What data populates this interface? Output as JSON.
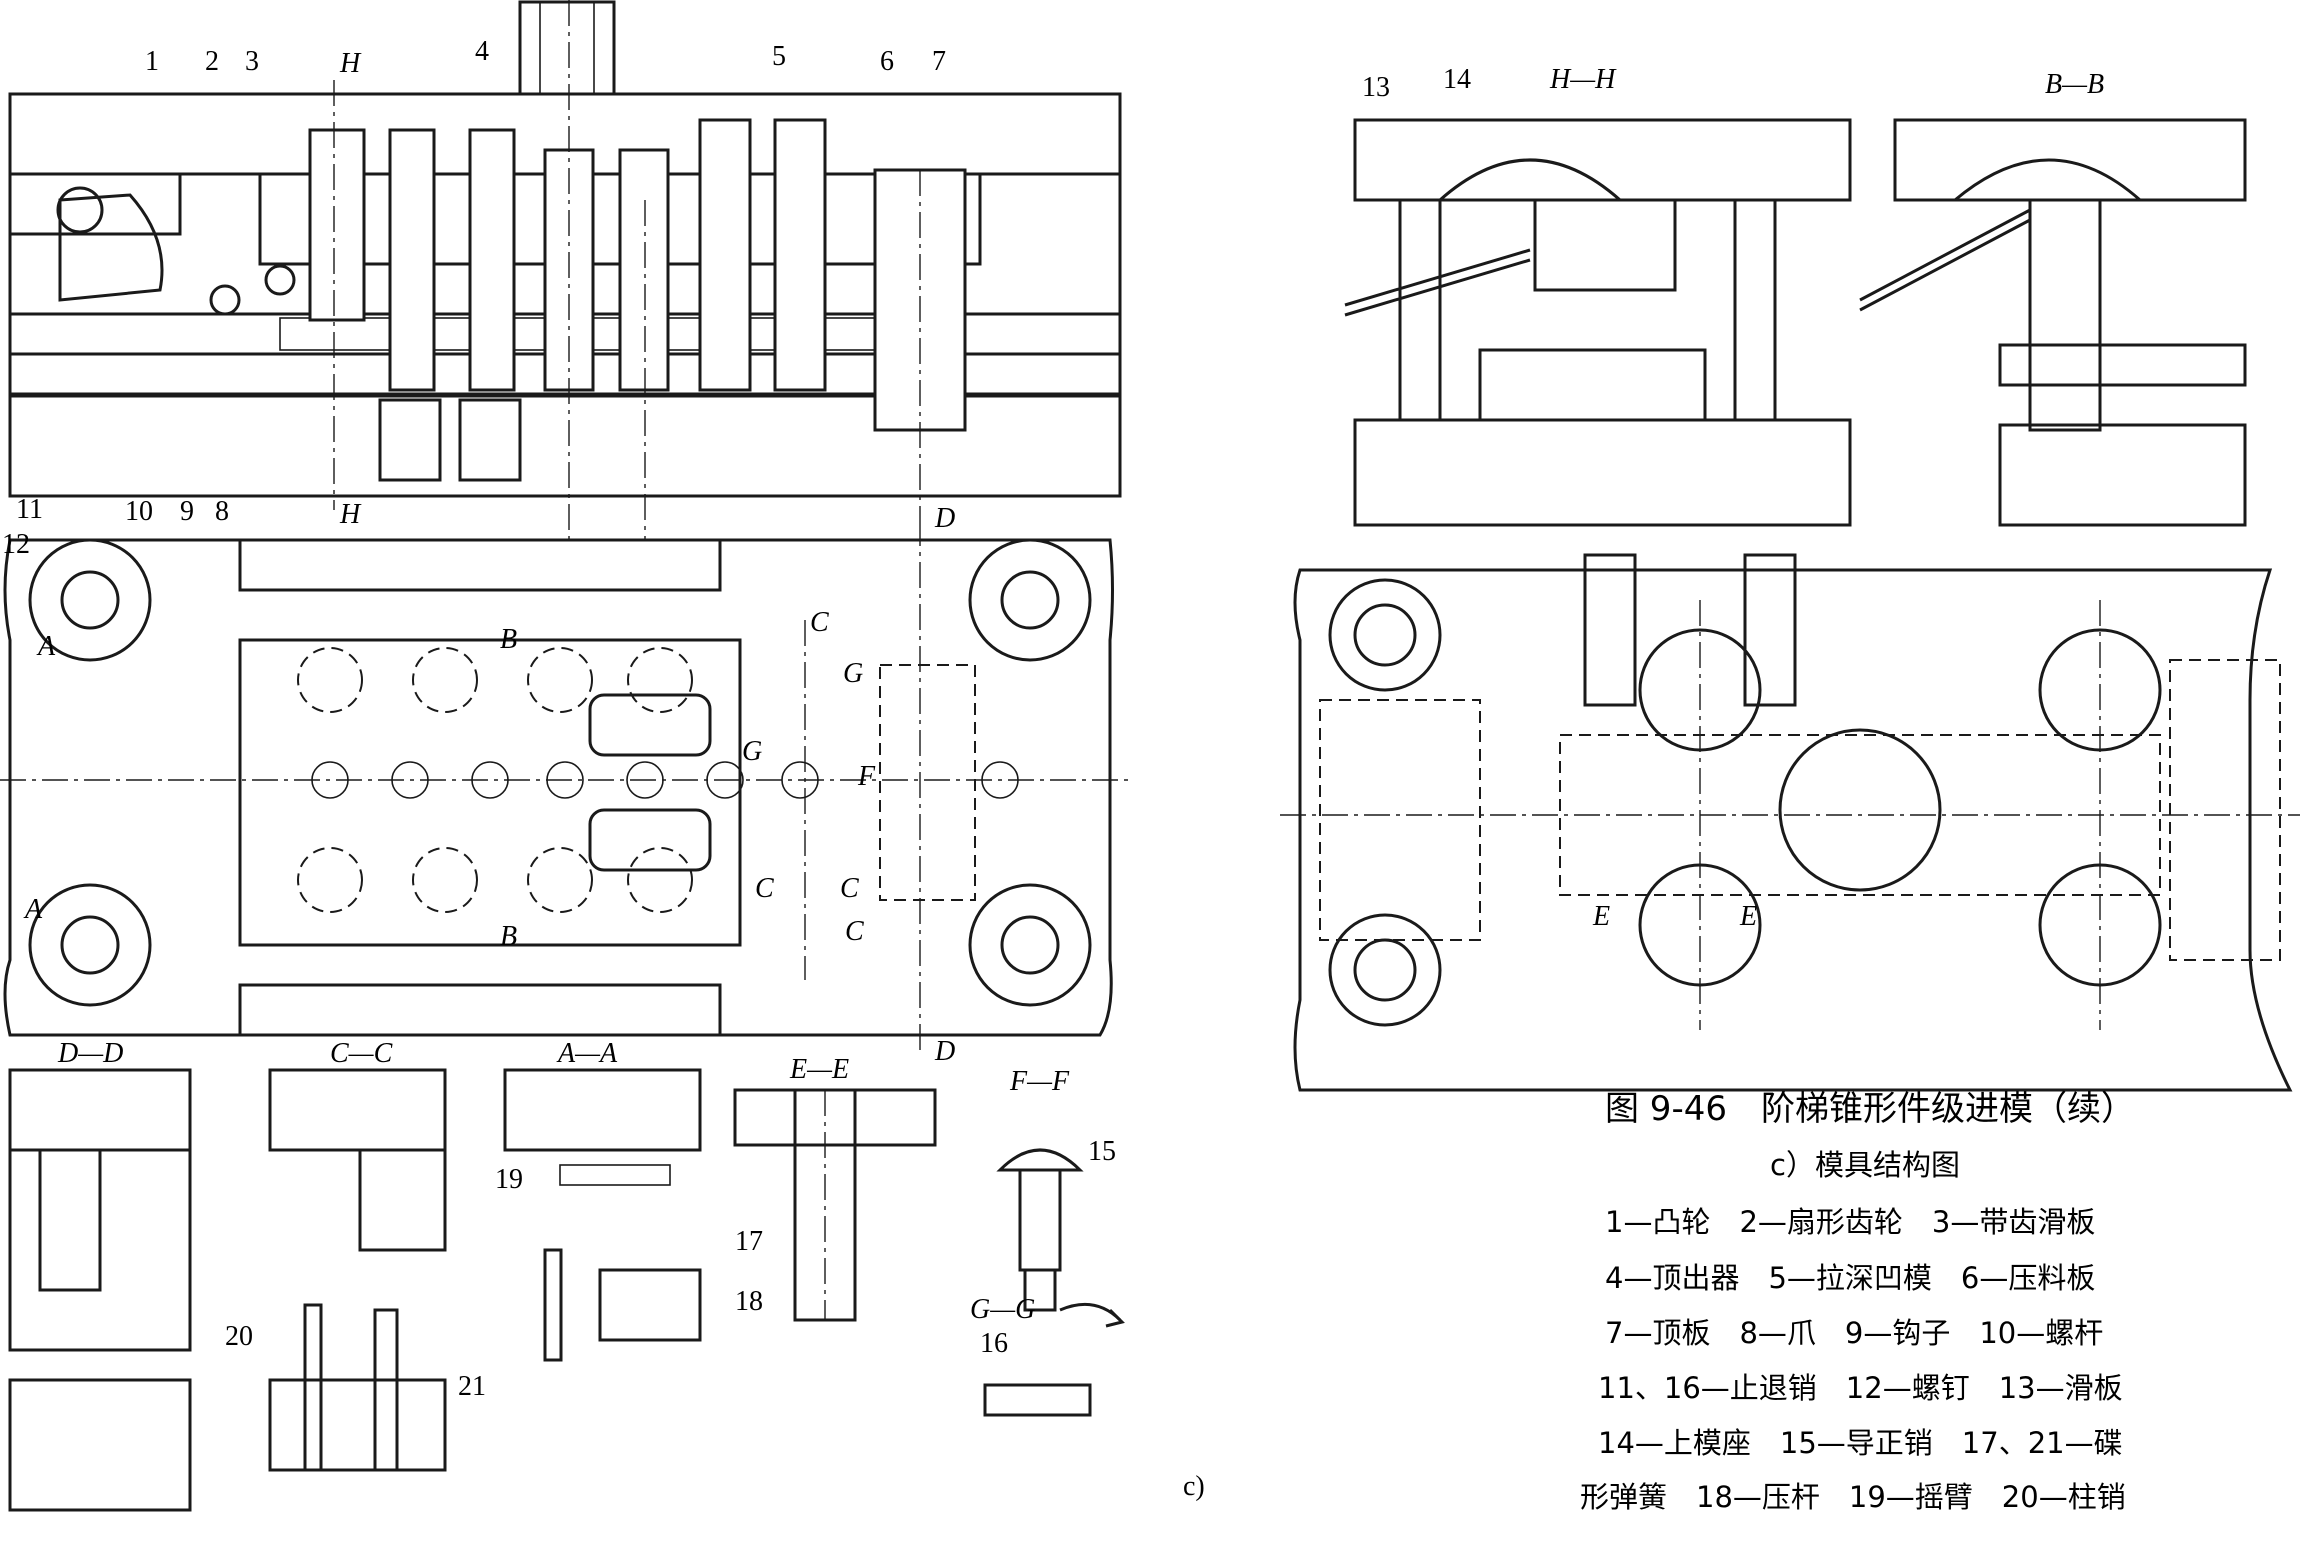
{
  "figure": {
    "title": "图 9-46　阶梯锥形件级进模（续）",
    "subtitle": "c）模具结构图",
    "panel_label": "c)",
    "legend_lines": [
      "1—凸轮　2—扇形齿轮　3—带齿滑板",
      "4—顶出器　5—拉深凹模　6—压料板",
      "7—顶板　8—爪　9—钩子　10—螺杆",
      "11、16—止退销　12—螺钉　13—滑板",
      "14—上模座　15—导正销　17、21—碟",
      "形弹簧　18—压杆　19—摇臂　20—柱销"
    ]
  },
  "section_titles": {
    "hh": "H—H",
    "bb": "B—B",
    "dd": "D—D",
    "cc": "C—C",
    "aa": "A—A",
    "ee": "E—E",
    "ff": "F—F",
    "gg": "G—G"
  },
  "cut_letters": {
    "h_top": "H",
    "h_bottom": "H",
    "d_top": "D",
    "d_bottom": "D",
    "b_top": "B",
    "b_bottom": "B",
    "a_top": "A",
    "a_bottom": "A",
    "c_top": "C",
    "c_left": "C",
    "c_right": "C",
    "c_bottom": "C",
    "g": "G",
    "g2": "G",
    "f": "F",
    "e_left": "E",
    "e_right": "E"
  },
  "part_numbers": {
    "p1": "1",
    "p2": "2",
    "p3": "3",
    "p4": "4",
    "p5": "5",
    "p6": "6",
    "p7": "7",
    "p8": "8",
    "p9": "9",
    "p10": "10",
    "p11": "11",
    "p12": "12",
    "p13": "13",
    "p14": "14",
    "p15": "15",
    "p16": "16",
    "p17": "17",
    "p18": "18",
    "p19": "19",
    "p20": "20",
    "p21": "21"
  },
  "colors": {
    "ink": "#1a1a1a",
    "paper": "#ffffff"
  }
}
